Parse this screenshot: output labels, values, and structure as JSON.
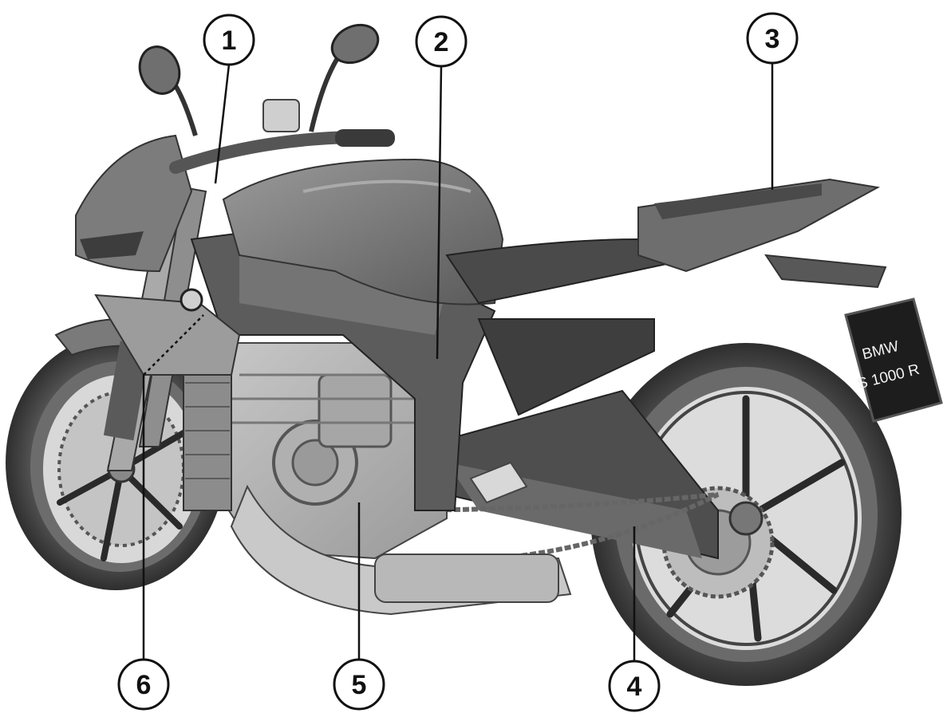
{
  "callouts": [
    "1",
    "2",
    "3",
    "4",
    "5",
    "6"
  ],
  "license_plate": {
    "line1": "BMW",
    "line2": "S 1000 R"
  },
  "palette": {
    "body_dark": "#5e5e5e",
    "body_mid": "#8a8a8a",
    "body_light": "#b5b5b5",
    "tire": "#3c3c3c",
    "line": "#111111"
  }
}
